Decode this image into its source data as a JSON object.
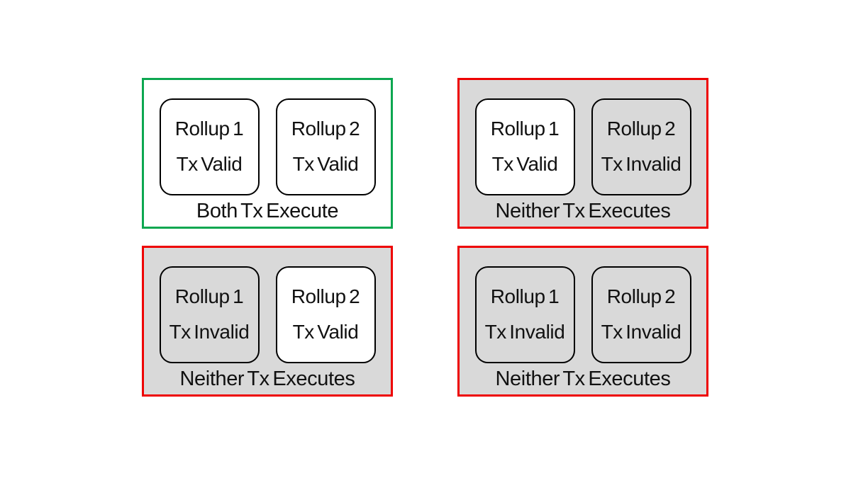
{
  "colors": {
    "valid_border": "#0ca750",
    "invalid_border": "#ee0000",
    "box_border": "#000000",
    "gray_fill": "#d9d9d9",
    "white_fill": "#ffffff",
    "text": "#111111",
    "canvas_bg": "#ffffff"
  },
  "panels": [
    {
      "outcome": "valid",
      "caption": "Both Tx Execute",
      "boxes": [
        {
          "title": "Rollup 1",
          "status": "Tx Valid",
          "fill": "white"
        },
        {
          "title": "Rollup 2",
          "status": "Tx Valid",
          "fill": "white"
        }
      ]
    },
    {
      "outcome": "invalid",
      "caption": "Neither Tx Executes",
      "boxes": [
        {
          "title": "Rollup 1",
          "status": "Tx Valid",
          "fill": "white"
        },
        {
          "title": "Rollup 2",
          "status": "Tx Invalid",
          "fill": "gray"
        }
      ]
    },
    {
      "outcome": "invalid",
      "caption": "Neither Tx Executes",
      "boxes": [
        {
          "title": "Rollup 1",
          "status": "Tx Invalid",
          "fill": "gray"
        },
        {
          "title": "Rollup 2",
          "status": "Tx Valid",
          "fill": "white"
        }
      ]
    },
    {
      "outcome": "invalid",
      "caption": "Neither Tx Executes",
      "boxes": [
        {
          "title": "Rollup 1",
          "status": "Tx Invalid",
          "fill": "gray"
        },
        {
          "title": "Rollup 2",
          "status": "Tx Invalid",
          "fill": "gray"
        }
      ]
    }
  ]
}
